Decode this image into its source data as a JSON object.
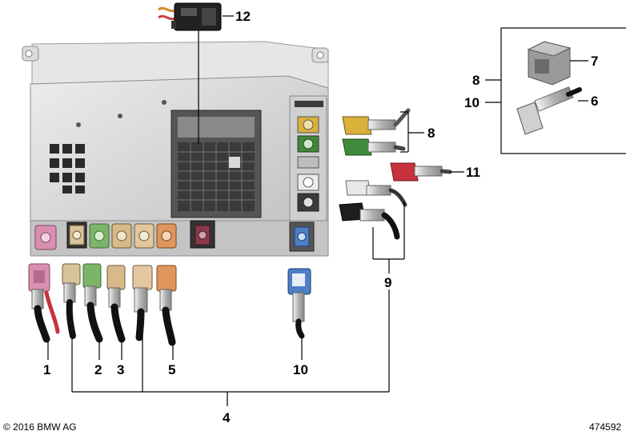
{
  "callouts": {
    "c1": "1",
    "c2": "2",
    "c3": "3",
    "c4": "4",
    "c5": "5",
    "c6": "6",
    "c7": "7",
    "c8_inset": "8",
    "c8_main": "8",
    "c9": "9",
    "c10_inset": "10",
    "c10_main": "10",
    "c11": "11",
    "c12": "12"
  },
  "footer": {
    "copyright": "© 2016 BMW AG",
    "diagram_number": "474592"
  },
  "colors": {
    "pink": "#d98fb0",
    "beige": "#d9c39a",
    "green": "#7cb56a",
    "tan": "#d8b98a",
    "orange": "#e0955a",
    "yellow": "#d8b23a",
    "dark_green": "#3f8a3a",
    "red": "#c8323c",
    "blue": "#4d7fc4",
    "housing": "#d9d9d9"
  }
}
